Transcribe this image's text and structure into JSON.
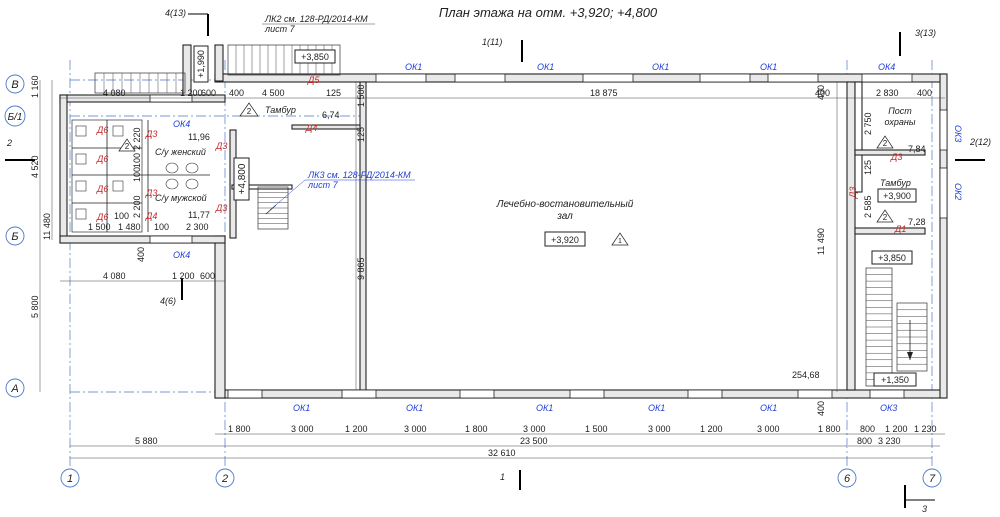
{
  "title": "План этажа на отм. +3,920; +4,800",
  "axes": {
    "vertical": [
      "1",
      "2",
      "6",
      "7"
    ],
    "horizontal": [
      "В",
      "Б/1",
      "Б",
      "А"
    ]
  },
  "section_marks": {
    "s4_13": "4(13)",
    "s1_11": "1(11)",
    "s3_13": "3(13)",
    "s2_12": "2(12)",
    "s2_left": "2",
    "s4_6": "4(6)",
    "s1_bottom": "1",
    "s3_bottom": "3"
  },
  "rooms": {
    "hall_line1": "Лечебно-востановительный",
    "hall_line2": "зал",
    "tambur_left": "Тамбур",
    "wc_female": "С/у женский",
    "wc_male": "С/у мужской",
    "post_line1": "Пост",
    "post_line2": "охраны",
    "tambur_right": "Тамбур"
  },
  "elevations": {
    "e3850_top": "+3,850",
    "e1990": "+1,990",
    "e4800": "+4,800",
    "e3920": "+3,920",
    "e3900": "+3,900",
    "e3850_right": "+3,850",
    "e1350": "+1,350"
  },
  "areas": {
    "a674": "6,74",
    "a1196": "11,96",
    "a1177": "11,77",
    "a784": "7,84",
    "a728": "7,28",
    "a25468": "254,68"
  },
  "refs": {
    "lk2_line1": "ЛК2 см. 128-РД/2014-КМ",
    "lk2_line2": "лист 7",
    "lk3_line1": "ЛК3 см. 128-РД/2014-КМ",
    "lk3_line2": "лист 7"
  },
  "marks": {
    "ok1": "ОК1",
    "ok4": "ОК4",
    "ok3": "ОК3",
    "ok2": "ОК2",
    "d1": "Д1",
    "d3": "Д3",
    "d4": "Д4",
    "d5": "Д5",
    "d6": "Д6",
    "tri1": "1",
    "tri2": "2"
  },
  "dims": {
    "top_4080": "4 080",
    "top_1200": "1 200",
    "top_600": "600",
    "top_400": "400",
    "top_4500": "4 500",
    "top_125": "125",
    "top_18875": "18 875",
    "top_400r": "400",
    "top_2830": "2 830",
    "top_400rr": "400",
    "mid_4080": "4 080",
    "mid_1200": "1 200",
    "mid_600": "600",
    "left_1160": "1 160",
    "left_4520": "4 520",
    "left_11480": "11 480",
    "left_5800": "5 800",
    "left_400": "400",
    "in_1500": "1 500",
    "in_125": "125",
    "in_9865": "9 865",
    "in_11490": "11 490",
    "in_400a": "400",
    "in_400b": "400",
    "wc_2220": "2 220",
    "wc_100a": "100",
    "wc_100b": "100",
    "wc_2200": "2 200",
    "wc_1500": "1 500",
    "wc_1480": "1 480",
    "wc_100c": "100",
    "wc_2300": "2 300",
    "r_2750": "2 750",
    "r_2585": "2 585",
    "r_125": "125",
    "b_1800a": "1 800",
    "b_3000a": "3 000",
    "b_1200a": "1 200",
    "b_3000b": "3 000",
    "b_1800b": "1 800",
    "b_3000c": "3 000",
    "b_1500": "1 500",
    "b_3000d": "3 000",
    "b_1200b": "1 200",
    "b_3000e": "3 000",
    "b_1800c": "1 800",
    "b_800a": "800",
    "b_1200c": "1 200",
    "b_1230": "1 230",
    "b_800b": "800",
    "b_5880": "5 880",
    "b_23500": "23 500",
    "b_3230": "3 230",
    "b_32610": "32 610"
  }
}
